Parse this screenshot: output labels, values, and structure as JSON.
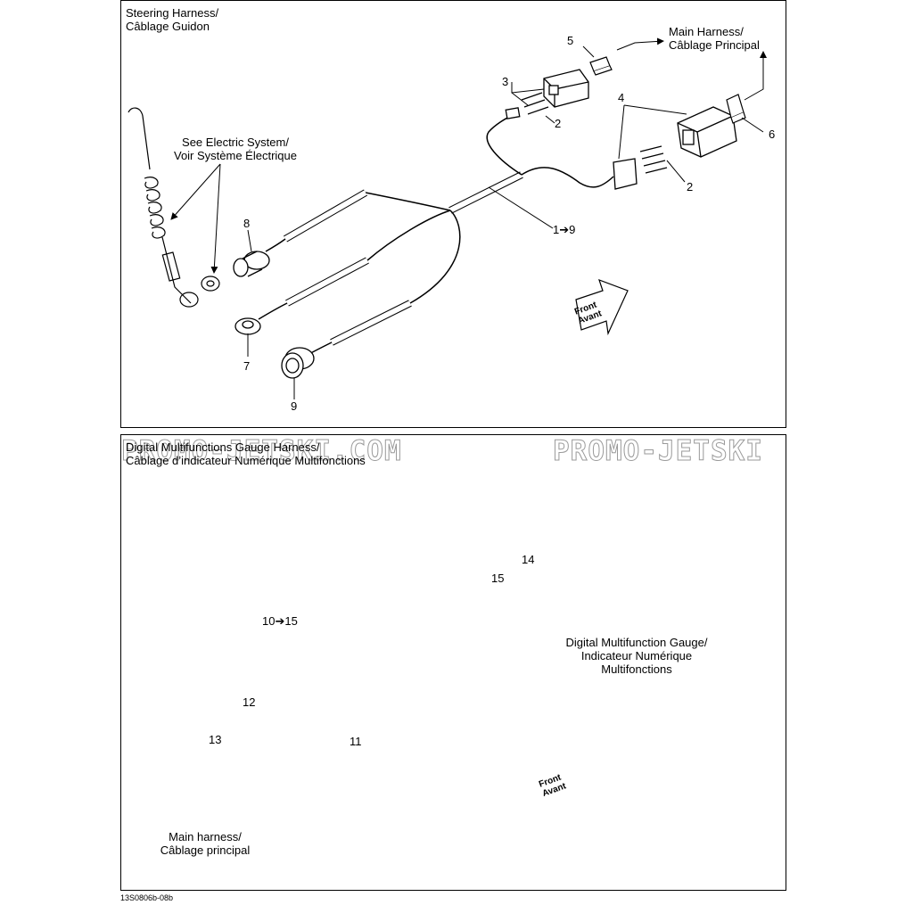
{
  "top_panel": {
    "title_line1": "Steering Harness/",
    "title_line2": "Câblage Guidon",
    "callouts": {
      "c1_9": "1➔9",
      "c2a": "2",
      "c2b": "2",
      "c3": "3",
      "c4": "4",
      "c5": "5",
      "c6": "6",
      "c7": "7",
      "c8": "8",
      "c9": "9"
    },
    "main_harness_line1": "Main Harness/",
    "main_harness_line2": "Câblage Principal",
    "see_electric_line1": "See Electric System/",
    "see_electric_line2": "Voir Système Électrique",
    "front_line1": "Front",
    "front_line2": "Avant"
  },
  "bottom_panel": {
    "title_line1": "Digital Multifunctions Gauge Harness/",
    "title_line2": "Câblage d’indicateur Numérique Multifonctions",
    "callouts": {
      "c10_15": "10➔15",
      "c11": "11",
      "c12": "12",
      "c13": "13",
      "c14": "14",
      "c15": "15"
    },
    "gauge_line1": "Digital Multifunction Gauge/",
    "gauge_line2": "Indicateur Numérique",
    "gauge_line3": "Multifonctions",
    "main_harness_line1": "Main harness/",
    "main_harness_line2": "Câblage principal",
    "front_line1": "Front",
    "front_line2": "Avant",
    "watermark_1": "PROMO-JETSKI.COM",
    "watermark_2": "PROMO-JETSKI"
  },
  "figure_code": "13S0806b-08b"
}
